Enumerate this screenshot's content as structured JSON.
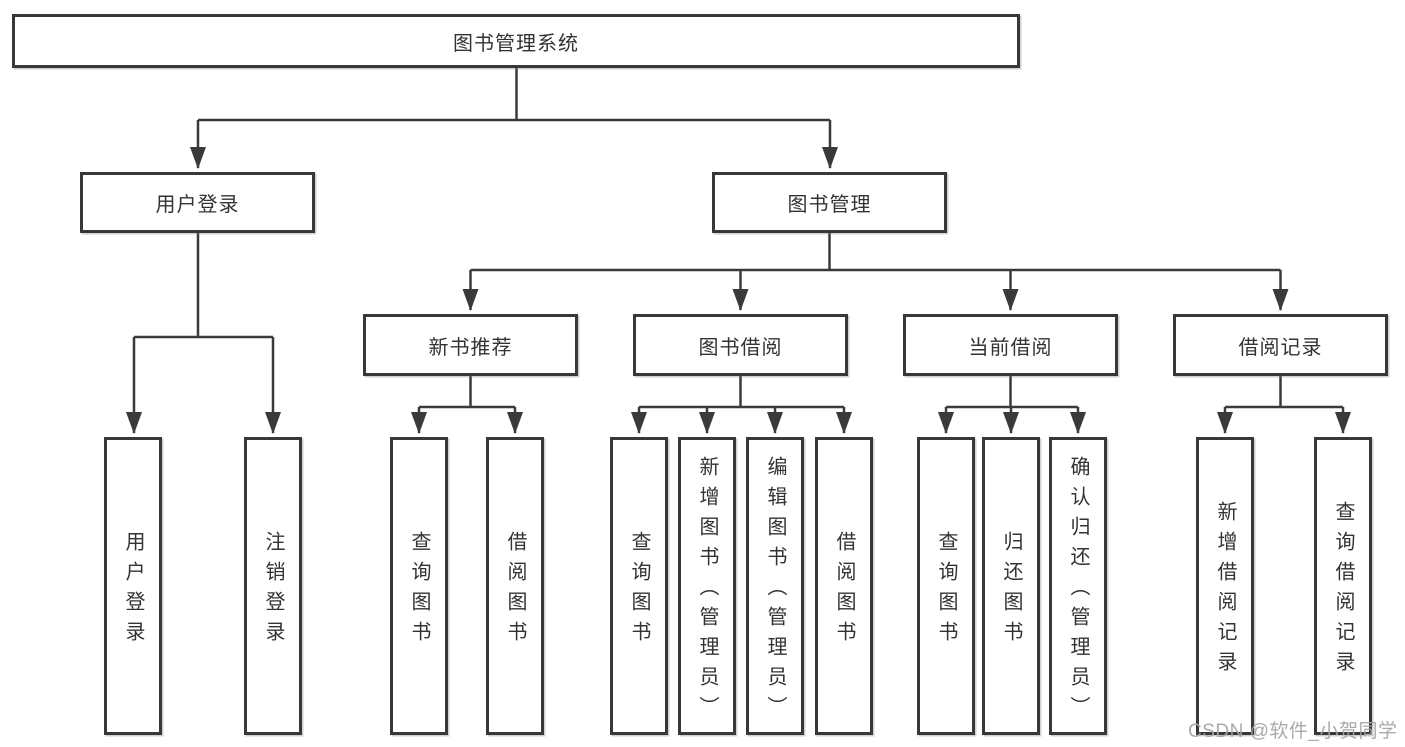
{
  "tree": {
    "label": "图书管理系统",
    "children": [
      {
        "label": "用户登录",
        "children": [
          {
            "label": "用户登录"
          },
          {
            "label": "注销登录"
          }
        ]
      },
      {
        "label": "图书管理",
        "children": [
          {
            "label": "新书推荐",
            "children": [
              {
                "label": "查询图书"
              },
              {
                "label": "借阅图书"
              }
            ]
          },
          {
            "label": "图书借阅",
            "children": [
              {
                "label": "查询图书"
              },
              {
                "label": "新增图书（管理员）"
              },
              {
                "label": "编辑图书（管理员）"
              },
              {
                "label": "借阅图书"
              }
            ]
          },
          {
            "label": "当前借阅",
            "children": [
              {
                "label": "查询图书"
              },
              {
                "label": "归还图书"
              },
              {
                "label": "确认归还（管理员）"
              }
            ]
          },
          {
            "label": "借阅记录",
            "children": [
              {
                "label": "新增借阅记录"
              },
              {
                "label": "查询借阅记录"
              }
            ]
          }
        ]
      }
    ]
  },
  "watermark": {
    "text": "CSDN @软件_小贺同学"
  },
  "colors": {
    "line": "#3a3a3a",
    "box_border": "#383838",
    "text": "#333333",
    "watermark": "#a5a5a5",
    "background": "#ffffff"
  }
}
